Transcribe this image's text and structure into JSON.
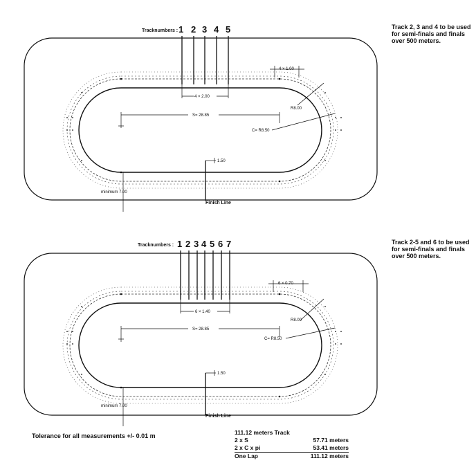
{
  "diagram1": {
    "tracknumbers_label": "Tracknumbers :",
    "track_numbers": [
      "1",
      "2",
      "3",
      "4",
      "5"
    ],
    "note_lines": [
      "Track 2, 3 and 4 to be used",
      "for semi-finals and finals",
      "over 500 meters."
    ],
    "lane_spacing": "4 × 1.00",
    "lane_width_total": "4 × 2.00",
    "straight": "S= 28.85",
    "radius_outer": "R8.00",
    "radius_inner": "C= R8.50",
    "offset": "1.50",
    "minimum": "minimum 7.00",
    "finish": "Finish Line"
  },
  "diagram2": {
    "tracknumbers_label": "Tracknumbers :",
    "track_numbers": [
      "1",
      "2",
      "3",
      "4",
      "5",
      "6",
      "7"
    ],
    "note_lines": [
      "Track 2-5 and 6 to be used",
      "for semi-finals and finals",
      "over 500 meters."
    ],
    "lane_spacing": "6 × 0.70",
    "lane_width_total": "6 × 1.40",
    "straight": "S= 28.85",
    "radius_outer": "R8.00",
    "radius_inner": "C= R8.50",
    "offset": "1.50",
    "minimum": "minimum 7.00",
    "finish": "Finish Line"
  },
  "tolerance": "Tolerance for all measurements  +/- 0.01 m",
  "summary": {
    "title": "111.12 meters Track",
    "rows": [
      {
        "label": "2 x S",
        "value": "57.71 meters"
      },
      {
        "label": "2 x C x pi",
        "value": "53.41 meters"
      },
      {
        "label": "One Lap",
        "value": "111.12 meters"
      }
    ]
  }
}
